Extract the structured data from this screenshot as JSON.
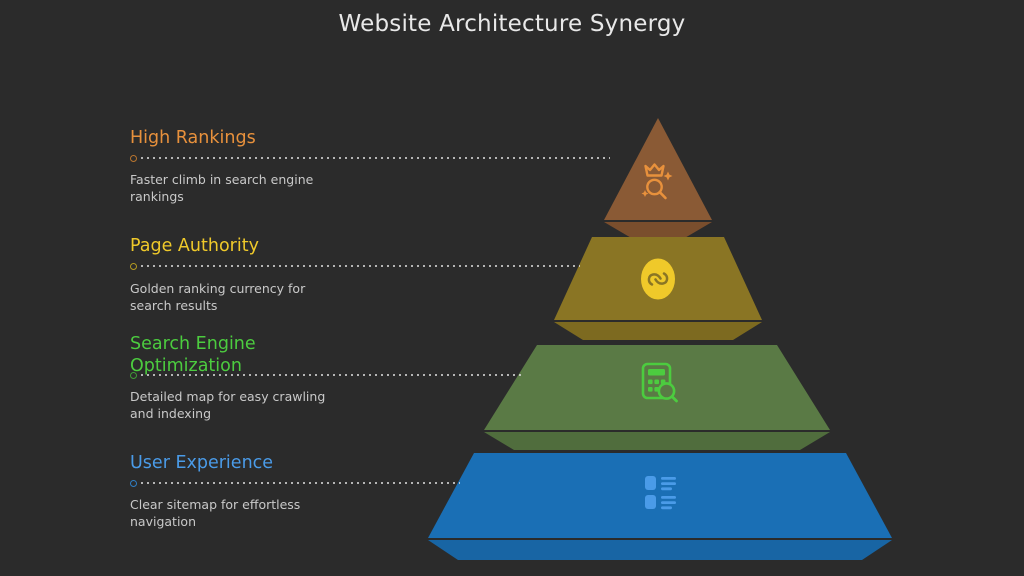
{
  "title": "Website Architecture Synergy",
  "background_color": "#2b2b2b",
  "chart_data": {
    "type": "pyramid",
    "title": "Website Architecture Synergy",
    "orientation": "apex-up",
    "level_count": 4,
    "levels": [
      {
        "rank": 1,
        "position": "top",
        "label": "High Rankings",
        "description": "Faster climb in search engine\nrankings",
        "color": "#8a5a35",
        "accent_color": "#e8913c",
        "icon": "crown-search-icon"
      },
      {
        "rank": 2,
        "position": "upper-middle",
        "label": "Page Authority",
        "description": "Golden ranking currency for\nsearch results",
        "color": "#8a7524",
        "accent_color": "#efc92a",
        "icon": "link-coin-icon"
      },
      {
        "rank": 3,
        "position": "lower-middle",
        "label": "Search Engine\nOptimization",
        "description": "Detailed map for easy crawling\nand indexing",
        "color": "#5a7a45",
        "accent_color": "#4ccc3f",
        "icon": "calculator-search-icon"
      },
      {
        "rank": 4,
        "position": "base",
        "label": "User Experience",
        "description": "Clear sitemap for effortless\nnavigation",
        "color": "#1a6fb5",
        "accent_color": "#4a9be8",
        "icon": "sitemap-list-icon"
      }
    ]
  }
}
